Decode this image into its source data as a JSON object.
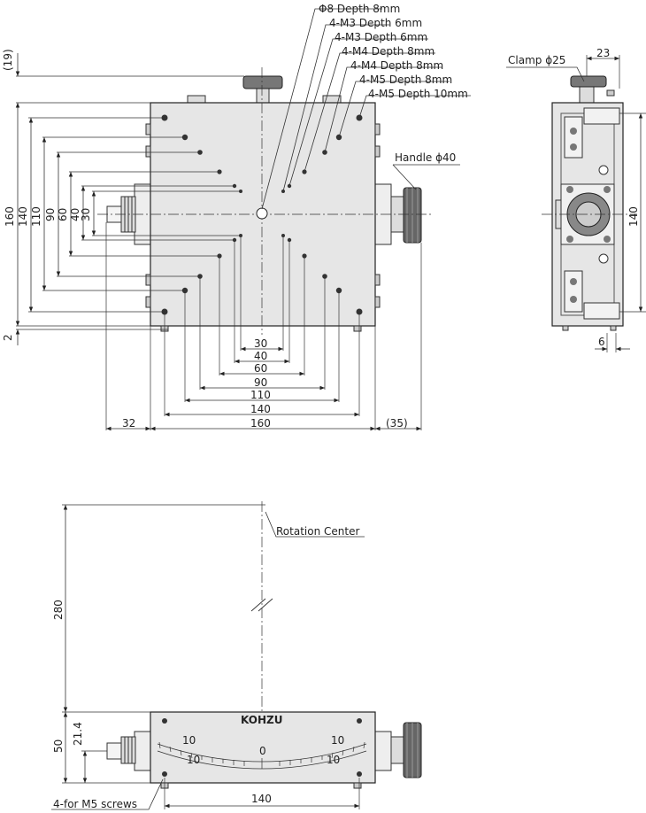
{
  "callouts": {
    "phi8": "Φ8 Depth 8mm",
    "m3_1": "4-M3 Depth 6mm",
    "m3_2": "4-M3 Depth 6mm",
    "m4_1": "4-M4 Depth 8mm",
    "m4_2": "4-M4 Depth 8mm",
    "m5_1": "4-M5 Depth 8mm",
    "m5_2": "4-M5 Depth 10mm",
    "handle": "Handle ϕ40",
    "clamp": "Clamp ϕ25",
    "rotation_center": "Rotation Center",
    "m5_screws": "4-for M5 screws"
  },
  "dims": {
    "top_19": "(19)",
    "left_160": "160",
    "left_140": "140",
    "left_110": "110",
    "left_90": "90",
    "left_60": "60",
    "left_40": "40",
    "left_30": "30",
    "left_2": "2",
    "bottom_30": "30",
    "bottom_40": "40",
    "bottom_60": "60",
    "bottom_90": "90",
    "bottom_110": "110",
    "bottom_140": "140",
    "bottom_160": "160",
    "bottom_32": "32",
    "bottom_35": "(35)",
    "side_23": "23",
    "side_140": "140",
    "side_6": "6",
    "front_280": "280",
    "front_50": "50",
    "front_21_4": "21.4",
    "front_140": "140"
  },
  "scale_labels": [
    "10",
    "0",
    "10",
    "10",
    "10"
  ],
  "brand": "KOHZU"
}
